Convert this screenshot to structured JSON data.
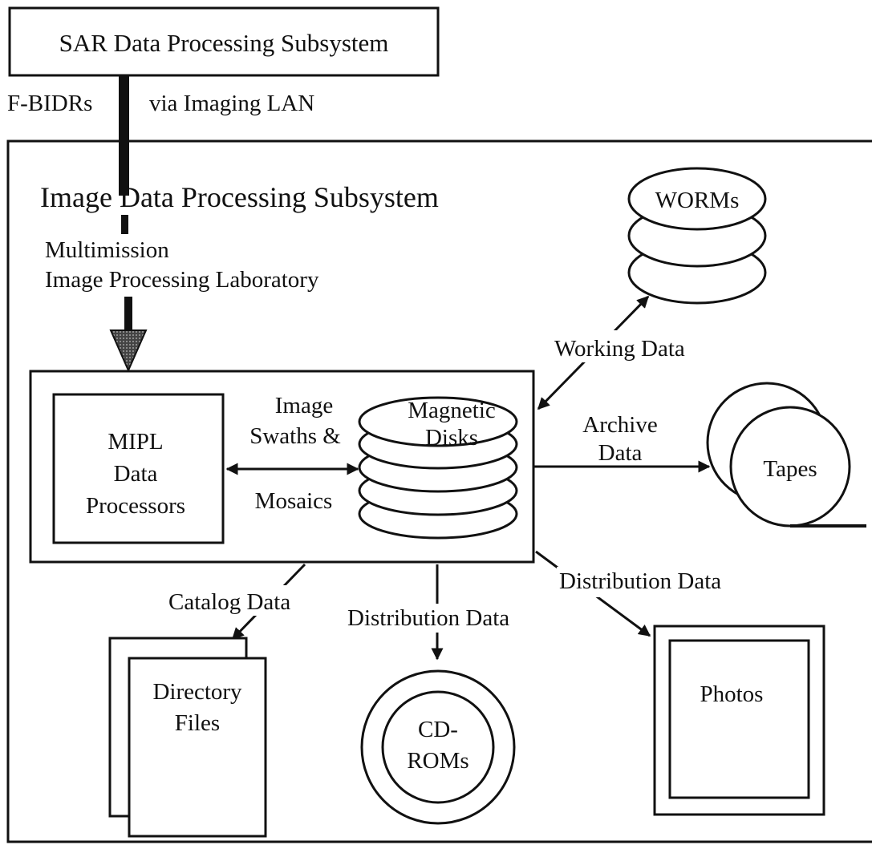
{
  "sar_subsystem": {
    "label": "SAR Data Processing Subsystem"
  },
  "input_link": {
    "left_label": "F-BIDRs",
    "right_label": "via Imaging LAN"
  },
  "idps": {
    "title": "Image Data Processing Subsystem",
    "lab_line1": "Multimission",
    "lab_line2": "Image Processing Laboratory"
  },
  "mipl": {
    "line1": "MIPL",
    "line2": "Data",
    "line3": "Processors"
  },
  "swaths": {
    "line1": "Image",
    "line2": "Swaths &",
    "line3": "Mosaics"
  },
  "disks": {
    "line1": "Magnetic",
    "line2": "Disks"
  },
  "worms": {
    "label": "WORMs",
    "link_label": "Working Data"
  },
  "tapes": {
    "label": "Tapes",
    "link_line1": "Archive",
    "link_line2": "Data"
  },
  "catalog": {
    "link_label": "Catalog Data"
  },
  "directory": {
    "line1": "Directory",
    "line2": "Files"
  },
  "cdrom": {
    "link_label": "Distribution Data",
    "line1": "CD-",
    "line2": "ROMs"
  },
  "photos": {
    "link_label": "Distribution Data",
    "label": "Photos"
  }
}
